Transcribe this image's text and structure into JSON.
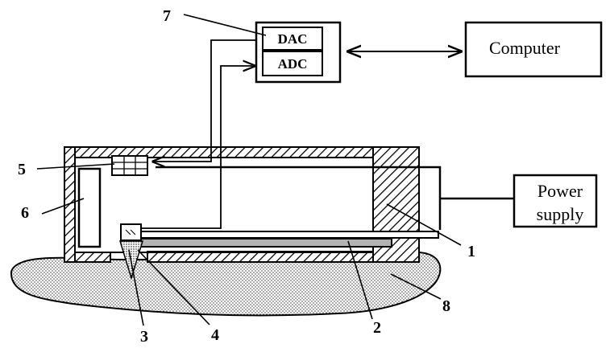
{
  "modules": {
    "dac": "DAC",
    "adc": "ADC",
    "computer": "Computer",
    "power_supply_line1": "Power",
    "power_supply_line2": "supply"
  },
  "callouts": {
    "n1": "1",
    "n2": "2",
    "n3": "3",
    "n4": "4",
    "n5": "5",
    "n6": "6",
    "n7": "7",
    "n8": "8"
  },
  "colors": {
    "stroke": "#000000",
    "background": "#ffffff"
  }
}
